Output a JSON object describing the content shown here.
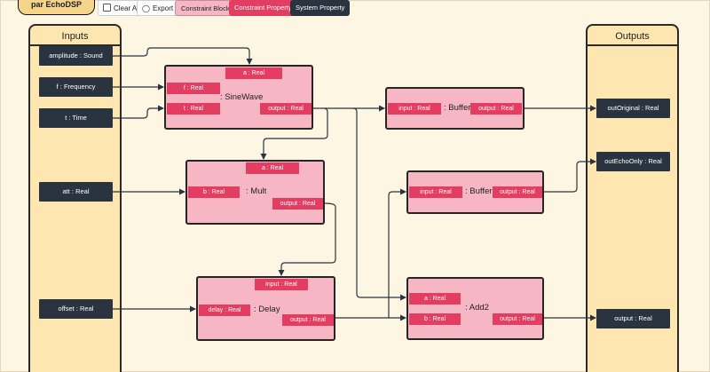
{
  "header": {
    "title": "par EchoDSP",
    "clear_all": "Clear All",
    "export": "Export"
  },
  "legend": {
    "constraint_block": "Constraint Block",
    "constraint_property": "Constraint Property",
    "system_property": "System Property"
  },
  "inputs": {
    "title": "Inputs",
    "amplitude": "amplitude : Sound",
    "frequency": "f : Frequency",
    "time": "t : Time",
    "att": "att : Real",
    "offset": "offset : Real"
  },
  "outputs": {
    "title": "Outputs",
    "out_original": "outOriginal : Real",
    "out_echo_only": "outEchoOnly : Real",
    "output": "output : Real"
  },
  "blocks": {
    "sinewave": {
      "name": ": SineWave",
      "port_a": "a : Real",
      "port_f": "f : Real",
      "port_t": "t : Real",
      "port_output": "output : Real"
    },
    "buffer1": {
      "name": ": Buffer",
      "port_input": "input : Real",
      "port_output": "output : Real"
    },
    "mult": {
      "name": ": Mult",
      "port_a": "a : Real",
      "port_b": "b : Real",
      "port_output": "output : Real"
    },
    "buffer2": {
      "name": ": Buffer",
      "port_input": "input : Real",
      "port_output": "output : Real"
    },
    "delay": {
      "name": ": Delay",
      "port_input": "input : Real",
      "port_delay": "delay : Real",
      "port_output": "output : Real"
    },
    "add2": {
      "name": ": Add2",
      "port_a": "a : Real",
      "port_b": "b : Real",
      "port_output": "output : Real"
    }
  },
  "colors": {
    "background": "#fdf6e3",
    "panel": "#fde6b0",
    "block_fill": "#f7b6c4",
    "constraint_block": "#f7b6c4",
    "constraint_property": "#e33d61",
    "system_property": "#2a3440",
    "connector": "#2a3440"
  },
  "icons": {
    "export": "bulb-icon",
    "clear_all": "checkbox-icon"
  }
}
